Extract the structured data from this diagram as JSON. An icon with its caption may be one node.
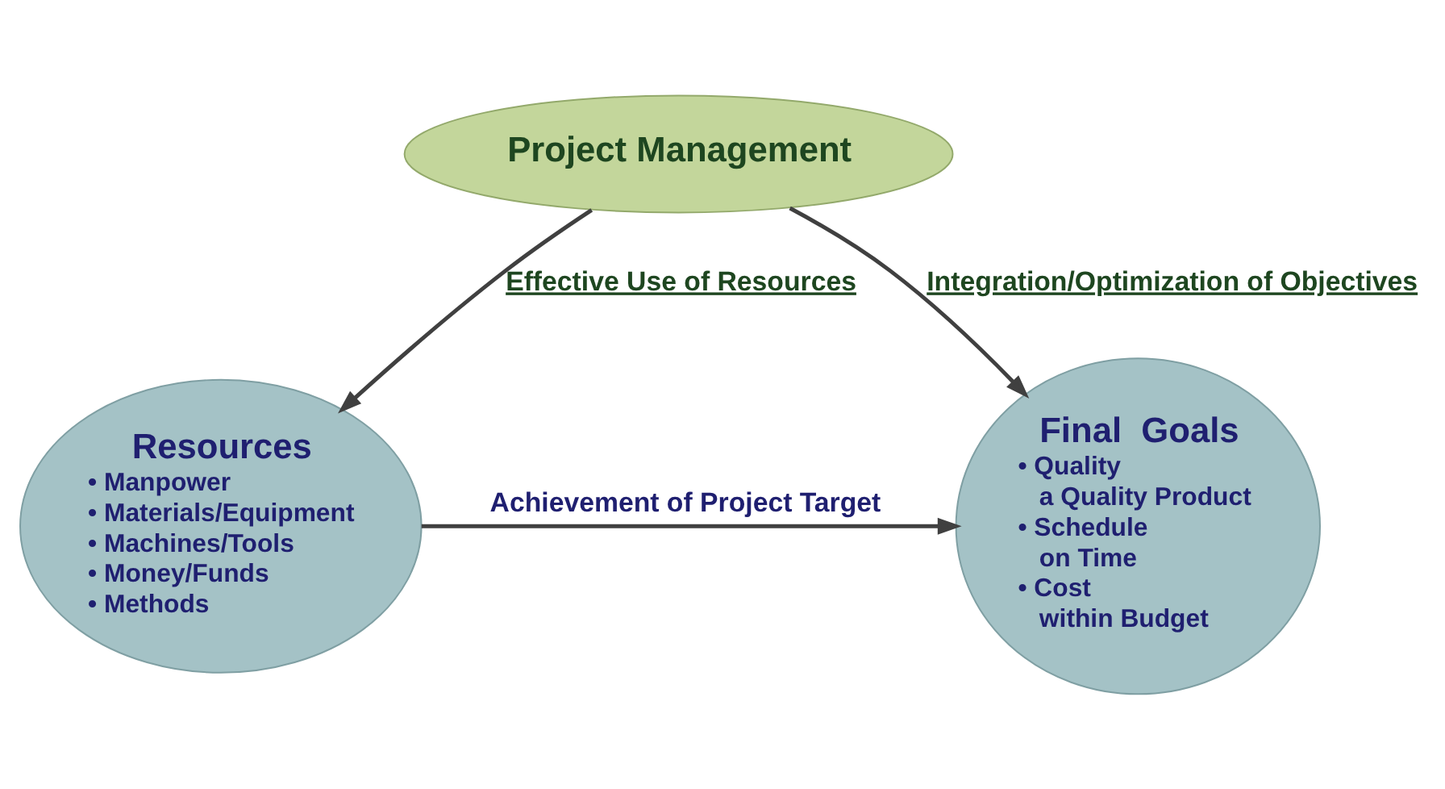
{
  "diagram": {
    "nodes": [
      {
        "text": [
          "Project Management"
        ]
      },
      {
        "text": [
          "Resources",
          "• Manpower",
          "• Materials/Equipment",
          "• Machines/Tools",
          "• Money/Funds",
          "• Methods"
        ]
      },
      {
        "text": [
          "Final  Goals",
          "• Quality",
          "a Quality Product",
          "• Schedule",
          "on Time",
          "• Cost",
          "within Budget"
        ]
      }
    ],
    "edges": [
      {
        "from": 0,
        "to": 1,
        "arrow": "to",
        "label": "Effective Use of Resources"
      },
      {
        "from": 0,
        "to": 2,
        "arrow": "to",
        "label": "Integration/Optimization of Objectives"
      },
      {
        "from": 1,
        "to": 2,
        "arrow": "to",
        "label": "Achievement of Project Target"
      }
    ]
  }
}
